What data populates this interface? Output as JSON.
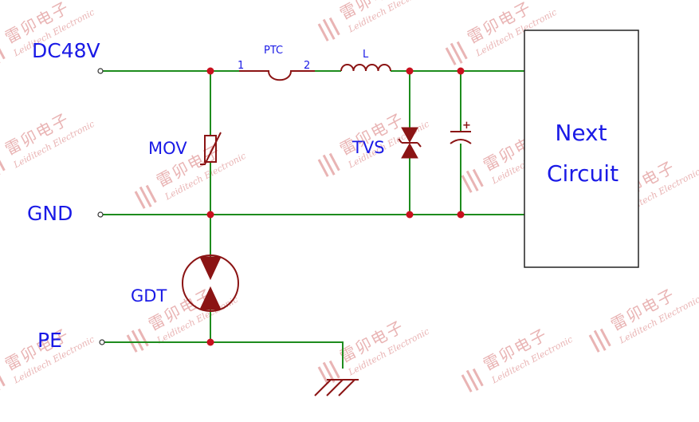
{
  "terminals": {
    "dc48v": "DC48V",
    "gnd": "GND",
    "pe": "PE"
  },
  "components": {
    "ptc": {
      "label": "PTC",
      "pin1": "1",
      "pin2": "2"
    },
    "inductor": {
      "label": "L"
    },
    "mov": {
      "label": "MOV"
    },
    "tvs": {
      "label": "TVS"
    },
    "gdt": {
      "label": "GDT"
    },
    "capacitor": {
      "polarity": "+"
    }
  },
  "next_circuit": {
    "line1": "Next",
    "line2": "Circuit"
  },
  "watermark": {
    "cn": "雷卯电子",
    "en": "Leiditech Electronic"
  },
  "colors": {
    "wire": "#1e8c1e",
    "component": "#8b1414",
    "node": "#c8101e",
    "label": "#1a1ae6",
    "watermark": "#e9b4b4"
  }
}
